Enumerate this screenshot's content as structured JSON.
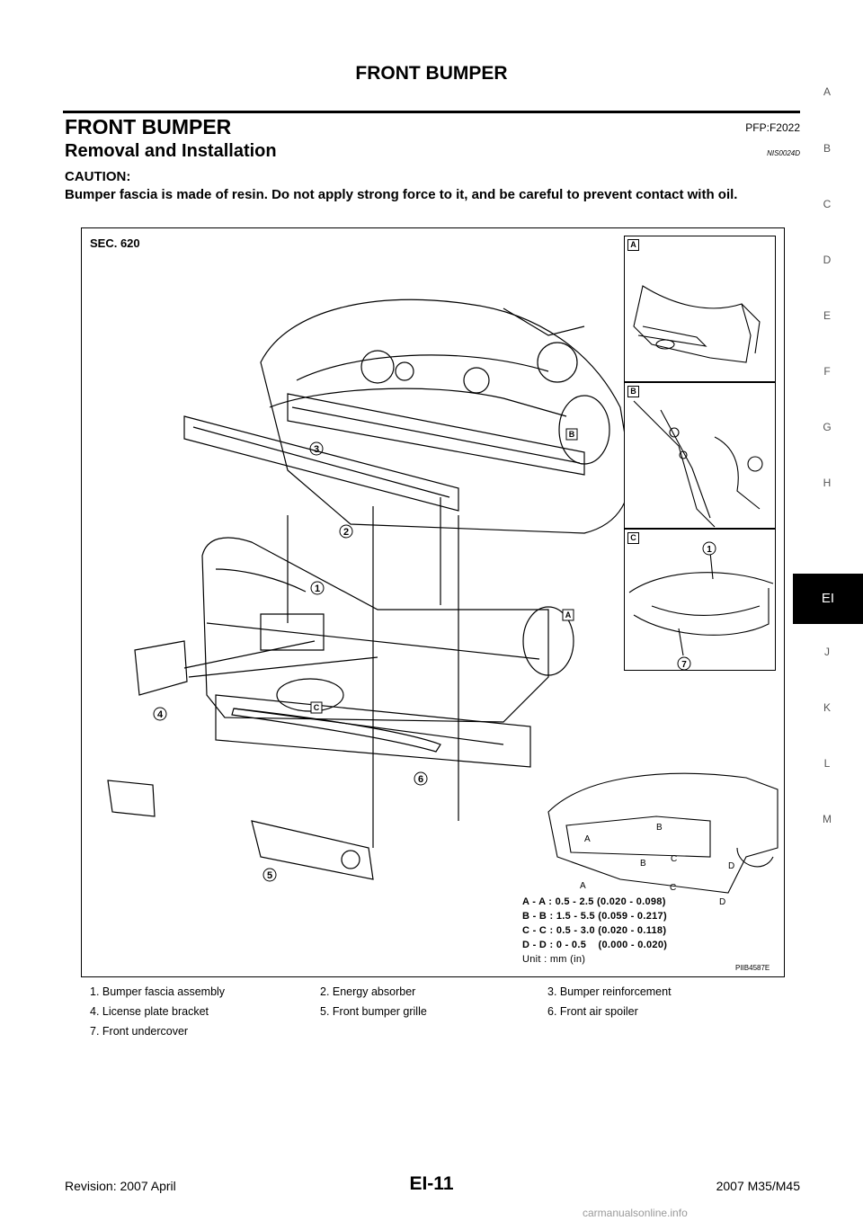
{
  "header": {
    "title": "FRONT BUMPER"
  },
  "section": {
    "title": "FRONT BUMPER",
    "code": "PFP:F2022"
  },
  "subsection": {
    "title": "Removal and Installation",
    "code": "NIS0024D"
  },
  "caution": {
    "label": "CAUTION:",
    "text": "Bumper fascia is made of resin. Do not apply strong force to it, and be careful to prevent contact with oil."
  },
  "figure": {
    "section_label": "SEC. 620",
    "code": "PIIB4587E",
    "insets": [
      "A",
      "B",
      "C"
    ],
    "callouts": [
      "1",
      "2",
      "3",
      "4",
      "5",
      "6",
      "7"
    ],
    "view_tags": [
      "A",
      "B",
      "C"
    ],
    "clearance_letters": [
      "A",
      "A",
      "B",
      "B",
      "C",
      "C",
      "D",
      "D"
    ],
    "dimensions": [
      "A - A : 0.5 - 2.5 (0.020 - 0.098)",
      "B - B : 1.5 - 5.5 (0.059 - 0.217)",
      "C - C : 0.5 - 3.0 (0.020 - 0.118)",
      "D - D : 0 - 0.5    (0.000 - 0.020)",
      "Unit : mm (in)"
    ]
  },
  "legend": [
    "1.   Bumper fascia assembly",
    "2.   Energy absorber",
    "3.   Bumper reinforcement",
    "4.   License plate bracket",
    "5.   Front bumper grille",
    "6.   Front air spoiler",
    "7.   Front undercover"
  ],
  "side_tabs": [
    "A",
    "B",
    "C",
    "D",
    "E",
    "F",
    "G",
    "H",
    "EI",
    "J",
    "K",
    "L",
    "M"
  ],
  "footer": {
    "revision": "Revision: 2007 April",
    "page": "EI-11",
    "model": "2007 M35/M45"
  },
  "watermark": "carmanualsonline.info"
}
